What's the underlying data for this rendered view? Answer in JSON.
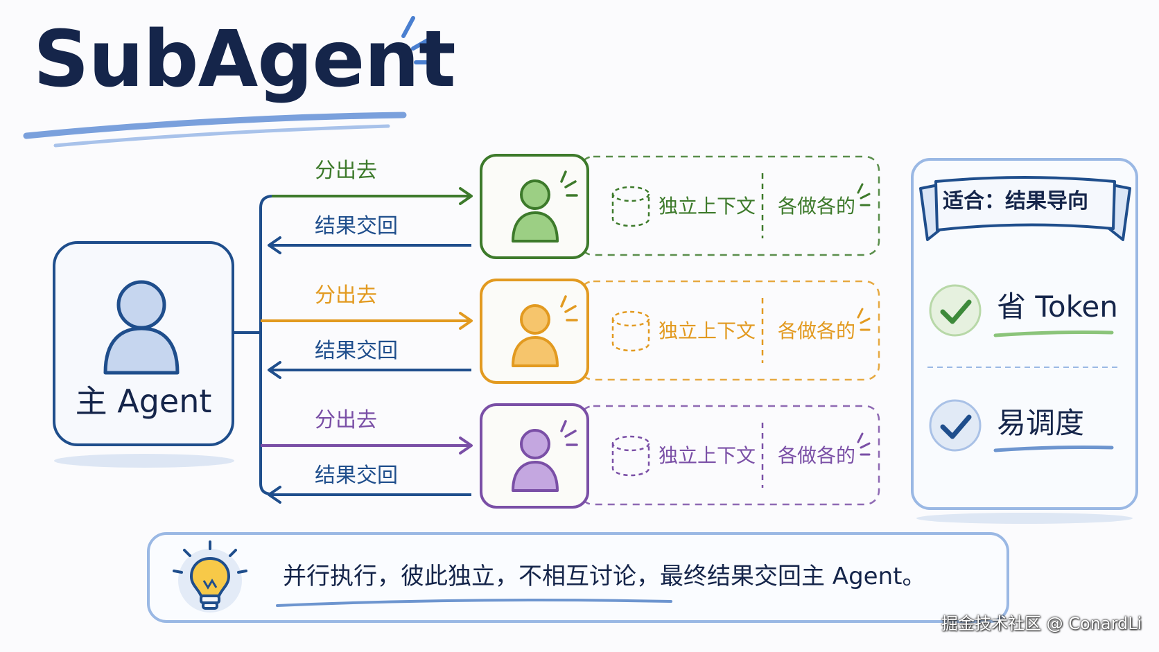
{
  "title": "SubAgent",
  "main_agent": {
    "label": "主 Agent"
  },
  "branches": [
    {
      "color": "#3d7a2b",
      "fill": "#9ccf84",
      "dispatch_label": "分出去",
      "return_label": "结果交回",
      "context_label": "独立上下文",
      "work_label": "各做各的"
    },
    {
      "color": "#e29a20",
      "fill": "#f6c56c",
      "dispatch_label": "分出去",
      "return_label": "结果交回",
      "context_label": "独立上下文",
      "work_label": "各做各的"
    },
    {
      "color": "#7a4fa6",
      "fill": "#c4a7e0",
      "dispatch_label": "分出去",
      "return_label": "结果交回",
      "context_label": "独立上下文",
      "work_label": "各做各的"
    }
  ],
  "return_color": "#1f4e8c",
  "benefits_panel": {
    "banner": "适合：结果导向",
    "items": [
      {
        "text": "省 Token",
        "check_color": "#3d8a3a",
        "underline_color": "#8bc47a"
      },
      {
        "text": "易调度",
        "check_color": "#1f4e8c",
        "underline_color": "#6d95cf"
      }
    ]
  },
  "note": "并行执行，彼此独立，不相互讨论，最终结果交回主 Agent。",
  "watermark": "掘金技术社区 @ ConardLi"
}
